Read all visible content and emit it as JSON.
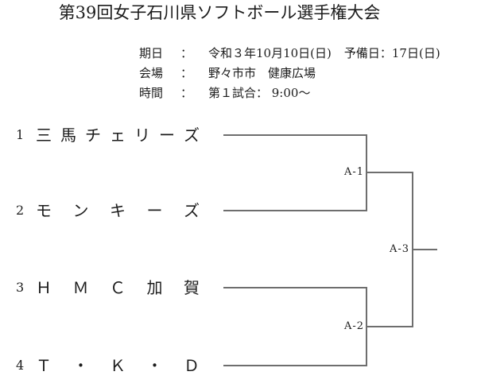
{
  "title": "第39回女子石川県ソフトボール選手権大会",
  "info": {
    "rows": [
      {
        "label": "期日",
        "colon": "：",
        "value": "令和３年10月10日(日)",
        "extra": "予備日：17日(日)"
      },
      {
        "label": "会場",
        "colon": "：",
        "value": "野々市市　健康広場"
      },
      {
        "label": "時間",
        "colon": "：",
        "value": "第１試合： 9:00～"
      }
    ]
  },
  "bracket": {
    "teams": [
      {
        "seed": "1",
        "name": "三馬チェリーズ"
      },
      {
        "seed": "2",
        "name": "モンキーズ"
      },
      {
        "seed": "3",
        "name": "ＨＭＣ加賀"
      },
      {
        "seed": "4",
        "name": "Ｔ・Ｋ・Ｄ"
      }
    ],
    "matches": [
      {
        "label": "A-1"
      },
      {
        "label": "A-2"
      },
      {
        "label": "A-3"
      }
    ]
  }
}
